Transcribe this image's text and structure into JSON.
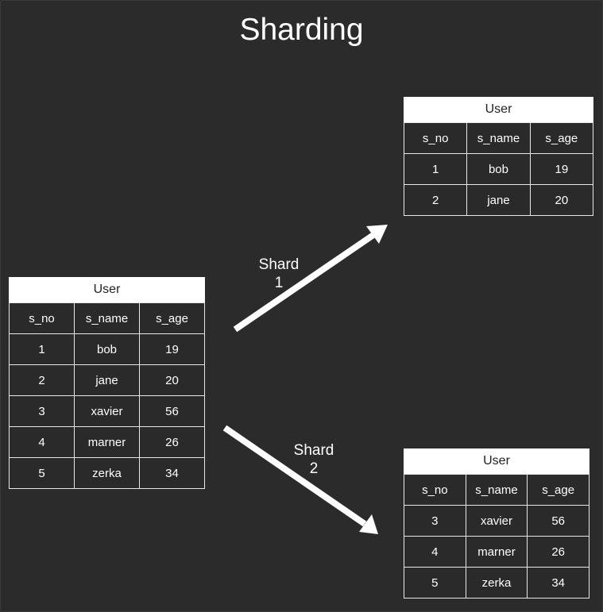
{
  "title": "Sharding",
  "tables": {
    "main": {
      "caption": "User",
      "columns": [
        "s_no",
        "s_name",
        "s_age"
      ],
      "rows": [
        [
          "1",
          "bob",
          "19"
        ],
        [
          "2",
          "jane",
          "20"
        ],
        [
          "3",
          "xavier",
          "56"
        ],
        [
          "4",
          "marner",
          "26"
        ],
        [
          "5",
          "zerka",
          "34"
        ]
      ]
    },
    "shard1": {
      "caption": "User",
      "columns": [
        "s_no",
        "s_name",
        "s_age"
      ],
      "rows": [
        [
          "1",
          "bob",
          "19"
        ],
        [
          "2",
          "jane",
          "20"
        ]
      ]
    },
    "shard2": {
      "caption": "User",
      "columns": [
        "s_no",
        "s_name",
        "s_age"
      ],
      "rows": [
        [
          "3",
          "xavier",
          "56"
        ],
        [
          "4",
          "marner",
          "26"
        ],
        [
          "5",
          "zerka",
          "34"
        ]
      ]
    }
  },
  "arrows": {
    "shard1": {
      "label_line1": "Shard",
      "label_line2": "1"
    },
    "shard2": {
      "label_line1": "Shard",
      "label_line2": "2"
    }
  },
  "colors": {
    "background": "#2b2b2b",
    "foreground": "#ffffff"
  }
}
